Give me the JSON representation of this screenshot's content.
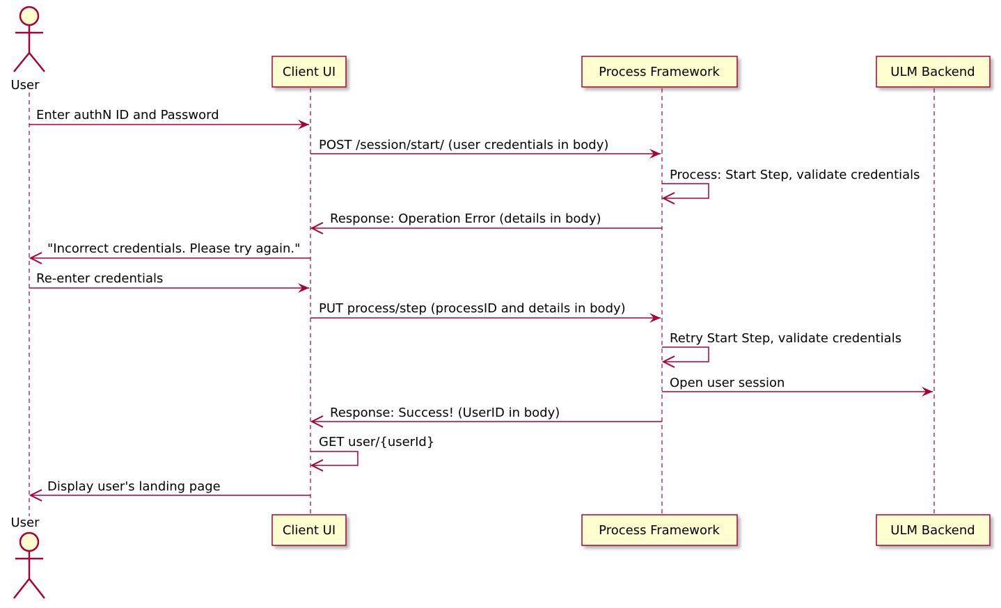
{
  "colors": {
    "line": "#a80036",
    "box_fill": "#fefece",
    "box_border": "#a80036",
    "actor_fill": "#fefece",
    "text": "#000000"
  },
  "participants": [
    {
      "id": "user",
      "label": "User",
      "kind": "actor"
    },
    {
      "id": "client",
      "label": "Client UI",
      "kind": "participant"
    },
    {
      "id": "process",
      "label": "Process Framework",
      "kind": "participant"
    },
    {
      "id": "ulm",
      "label": "ULM Backend",
      "kind": "participant"
    }
  ],
  "messages": [
    {
      "from": "user",
      "to": "client",
      "text": "Enter authN ID and Password"
    },
    {
      "from": "client",
      "to": "process",
      "text": "POST /session/start/ (user credentials in body)"
    },
    {
      "from": "process",
      "to": "process",
      "text": "Process: Start Step, validate credentials"
    },
    {
      "from": "process",
      "to": "client",
      "text": "Response: Operation Error (details in body)"
    },
    {
      "from": "client",
      "to": "user",
      "text": "\"Incorrect credentials. Please try again.\""
    },
    {
      "from": "user",
      "to": "client",
      "text": "Re-enter credentials"
    },
    {
      "from": "client",
      "to": "process",
      "text": "PUT process/step (processID and details in body)"
    },
    {
      "from": "process",
      "to": "process",
      "text": "Retry Start Step, validate credentials"
    },
    {
      "from": "process",
      "to": "ulm",
      "text": "Open user session"
    },
    {
      "from": "process",
      "to": "client",
      "text": "Response: Success! (UserID in body)"
    },
    {
      "from": "client",
      "to": "client",
      "text": "GET user/{userId}"
    },
    {
      "from": "client",
      "to": "user",
      "text": "Display user's landing page"
    }
  ]
}
